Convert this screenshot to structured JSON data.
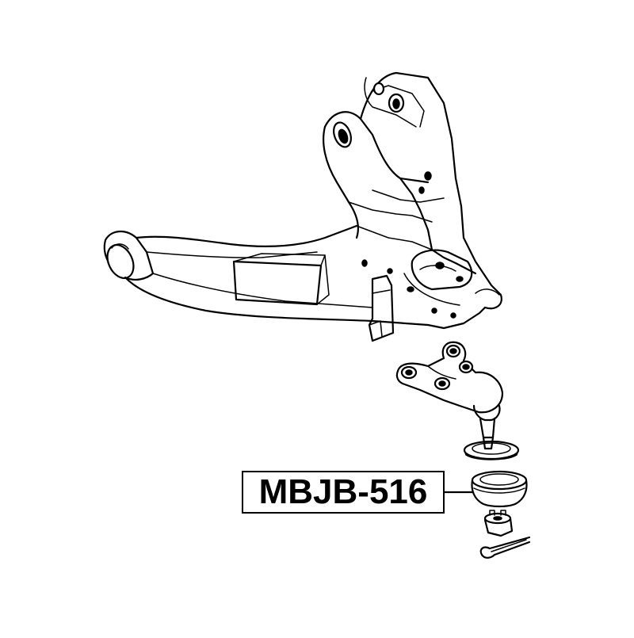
{
  "diagram": {
    "part_number": "MBJB-516",
    "components": [
      "lower-control-arm",
      "ball-joint",
      "ball-joint-boot",
      "lower-seal-ring",
      "castle-nut",
      "cotter-pin"
    ]
  }
}
